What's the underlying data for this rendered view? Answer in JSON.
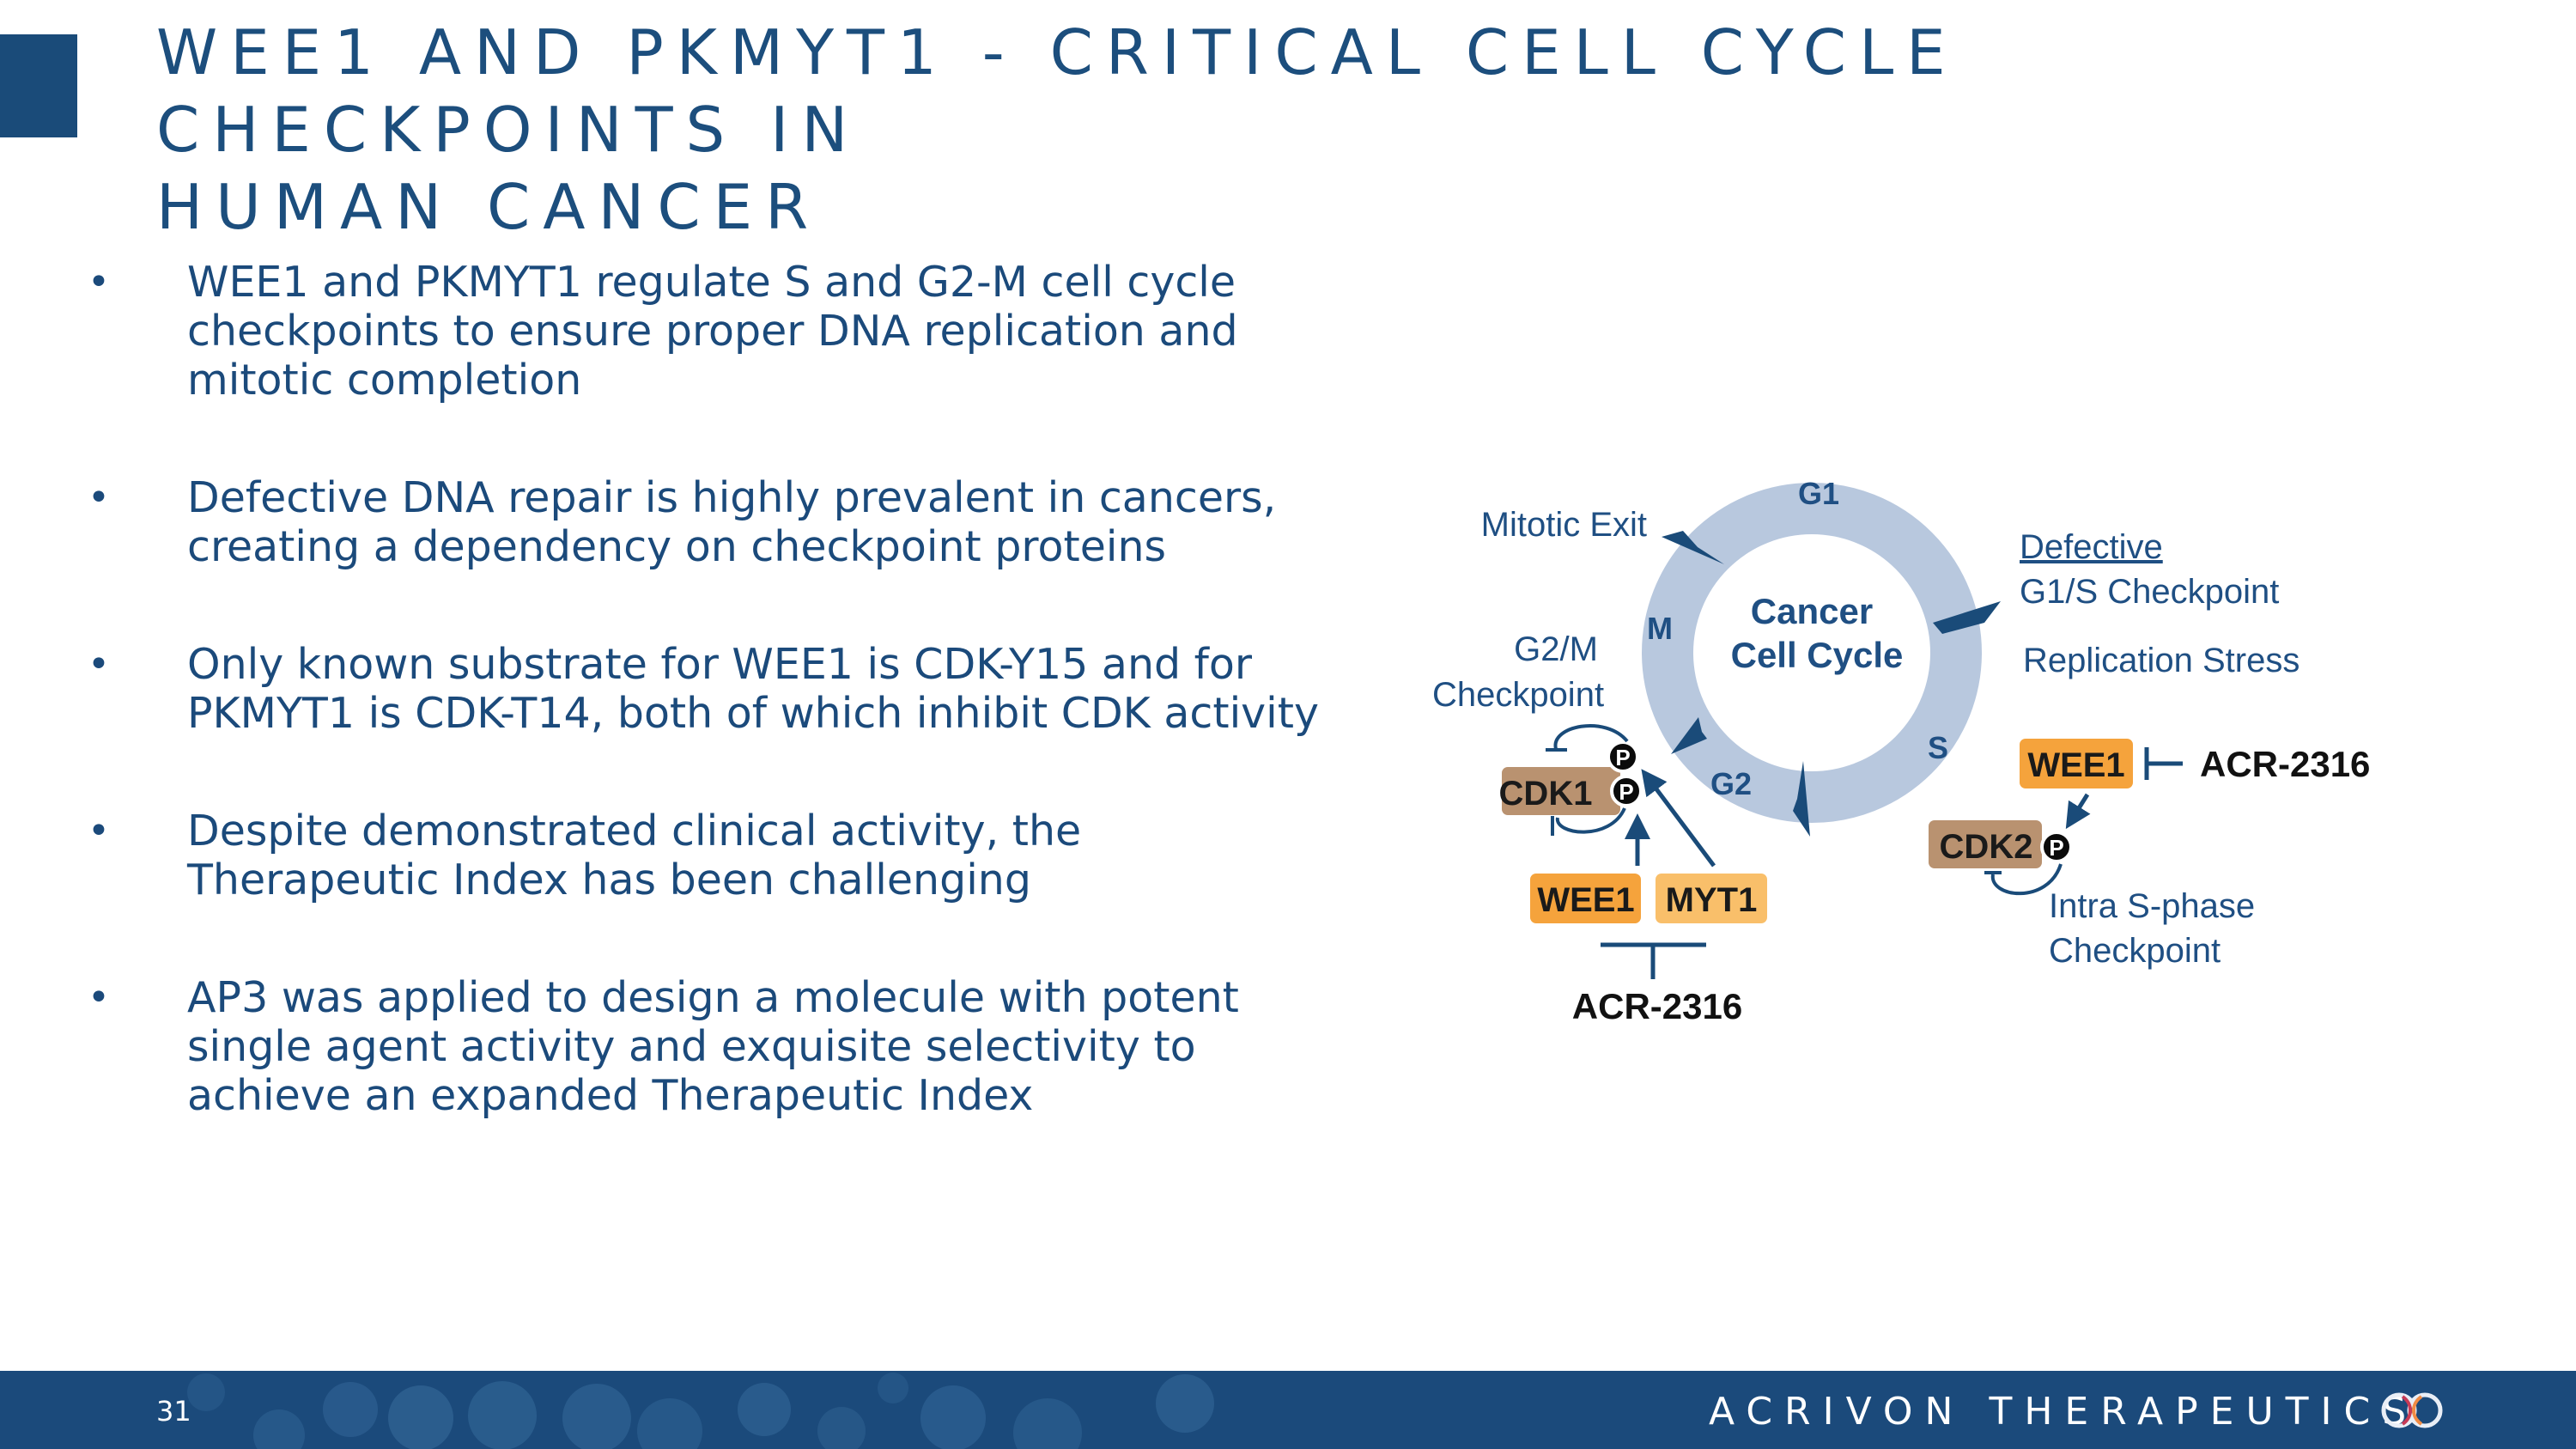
{
  "title": {
    "line1": "WEE1 AND PKMYT1 - CRITICAL CELL CYCLE CHECKPOINTS IN",
    "line2": "HUMAN CANCER"
  },
  "bullets": [
    {
      "symbol": "•",
      "text": "WEE1 and PKMYT1 regulate S and G2-M cell cycle checkpoints to ensure proper DNA replication and mitotic completion"
    },
    {
      "symbol": "•",
      "text": "Defective DNA repair is highly prevalent in cancers, creating a dependency on checkpoint proteins"
    },
    {
      "symbol": "•",
      "text": "Only known substrate for WEE1 is CDK-Y15 and for PKMYT1 is CDK-T14, both of which inhibit CDK activity"
    },
    {
      "symbol": "•",
      "text": "Despite demonstrated clinical activity, the Therapeutic Index has been challenging"
    },
    {
      "symbol": "•",
      "text": "AP3 was applied to design a molecule with potent single agent activity and exquisite selectivity to achieve an expanded Therapeutic Index"
    }
  ],
  "diagram": {
    "center_line1": "Cancer",
    "center_line2": "Cell Cycle",
    "phase_g1": "G1",
    "phase_s": "S",
    "phase_g2": "G2",
    "phase_m": "M",
    "mitotic_exit": "Mitotic Exit",
    "g2m_line1": "G2/M",
    "g2m_line2": "Checkpoint",
    "defective": "Defective",
    "g1s_checkpoint": "G1/S Checkpoint",
    "replication_stress": "Replication Stress",
    "cdk1": "CDK1",
    "cdk2": "CDK2",
    "phospho": "P",
    "wee1_left": "WEE1",
    "myt1": "MYT1",
    "wee1_right": "WEE1",
    "acr_left": "ACR-2316",
    "acr_right": "ACR-2316",
    "intra_line1": "Intra S-phase",
    "intra_line2": "Checkpoint",
    "colors": {
      "ring": "#b8c8de",
      "arrow": "#1a4b79",
      "label_blue": "#1f4f83",
      "orange": "#f5a33c",
      "light_orange": "#f9bf6a",
      "tan": "#b99270"
    }
  },
  "footer": {
    "page_number": "31",
    "company": "ACRIVON THERAPEUTICS",
    "logo_icon": "acrivon-logo-icon"
  }
}
